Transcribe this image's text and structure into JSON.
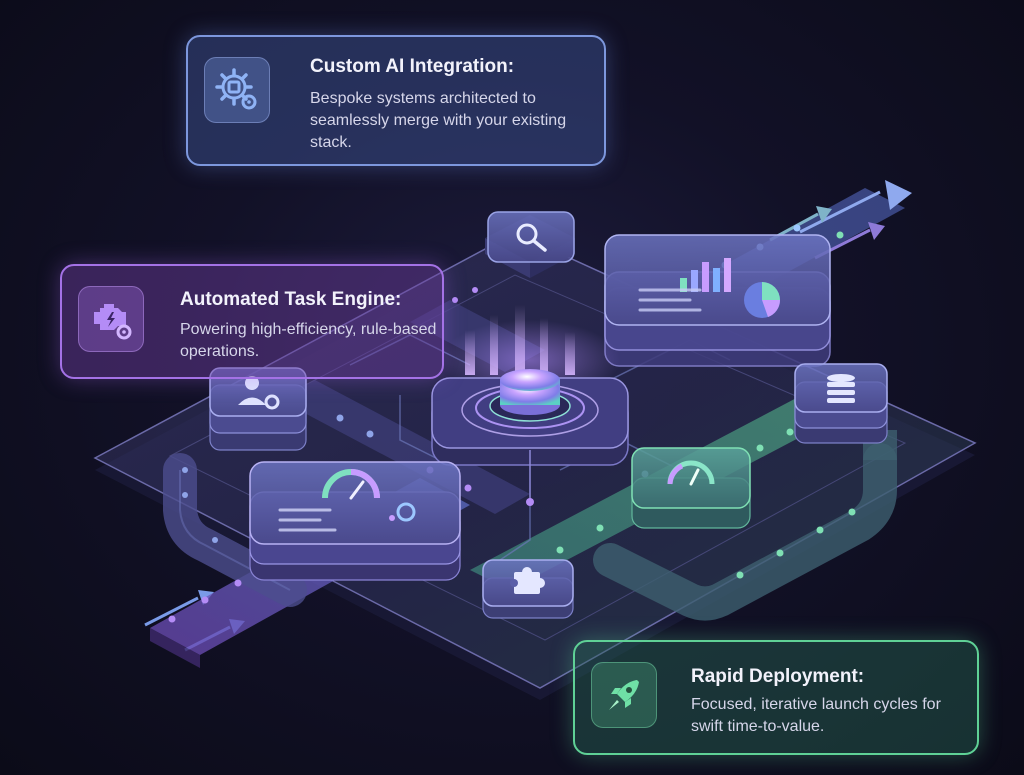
{
  "callouts": {
    "ai_integration": {
      "icon": "gear-chip-icon",
      "title": "Custom AI Integration:",
      "body": "Bespoke systems architected to seamlessly merge with your existing stack."
    },
    "task_engine": {
      "icon": "engine-gear-icon",
      "title": "Automated Task Engine:",
      "body": "Powering high-efficiency, rule-based operations."
    },
    "deployment": {
      "icon": "rocket-icon",
      "title": "Rapid Deployment:",
      "body": "Focused, iterative launch cycles for swift time-to-value."
    }
  },
  "nodes": [
    {
      "id": "search",
      "icon": "search-icon"
    },
    {
      "id": "analytics",
      "icon": "bar-chart-pie-icon"
    },
    {
      "id": "core",
      "icon": "ai-core-orb-icon"
    },
    {
      "id": "user-settings",
      "icon": "user-gear-icon"
    },
    {
      "id": "database",
      "icon": "database-icon"
    },
    {
      "id": "performance",
      "icon": "gauge-dashboard-icon"
    },
    {
      "id": "speed",
      "icon": "speedometer-icon"
    },
    {
      "id": "plugin",
      "icon": "puzzle-icon"
    }
  ],
  "colors": {
    "background": "#121127",
    "purple": "#a472e6",
    "blue": "#7d97dd",
    "green": "#5fd196",
    "track": "#3a3a63"
  }
}
